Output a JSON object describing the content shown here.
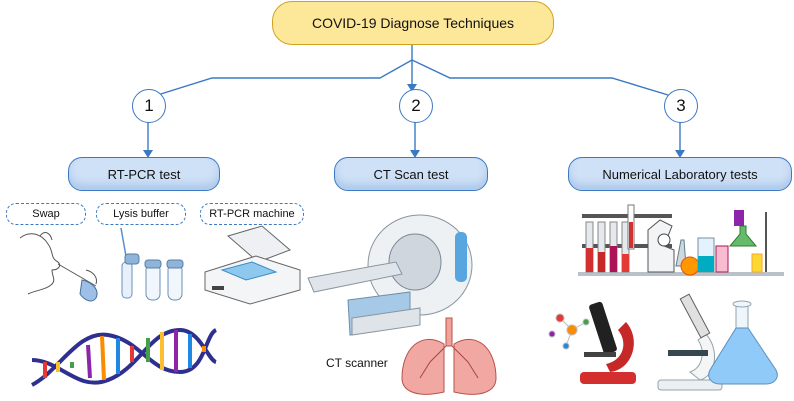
{
  "title": "COVID-19 Diagnose Techniques",
  "branches": [
    {
      "number": "1",
      "label": "RT-PCR test"
    },
    {
      "number": "2",
      "label": "CT Scan test"
    },
    {
      "number": "3",
      "label": "Numerical Laboratory tests"
    }
  ],
  "rtpcr_items": [
    "Swap",
    "Lysis buffer",
    "RT-PCR machine"
  ],
  "ct_caption": "CT scanner",
  "colors": {
    "title_fill": "#fde89a",
    "title_border": "#d2a21f",
    "box_fill": "#cfe1f7",
    "box_border": "#3c79c3",
    "connector": "#3c79c3"
  },
  "icons": [
    "nasal-swab-icon",
    "lysis-tubes-icon",
    "pcr-machine-icon",
    "dna-helix-icon",
    "ct-scanner-icon",
    "lungs-icon",
    "lab-glassware-icon",
    "red-microscope-icon",
    "molecule-icon",
    "white-microscope-icon",
    "blue-flask-icon"
  ]
}
